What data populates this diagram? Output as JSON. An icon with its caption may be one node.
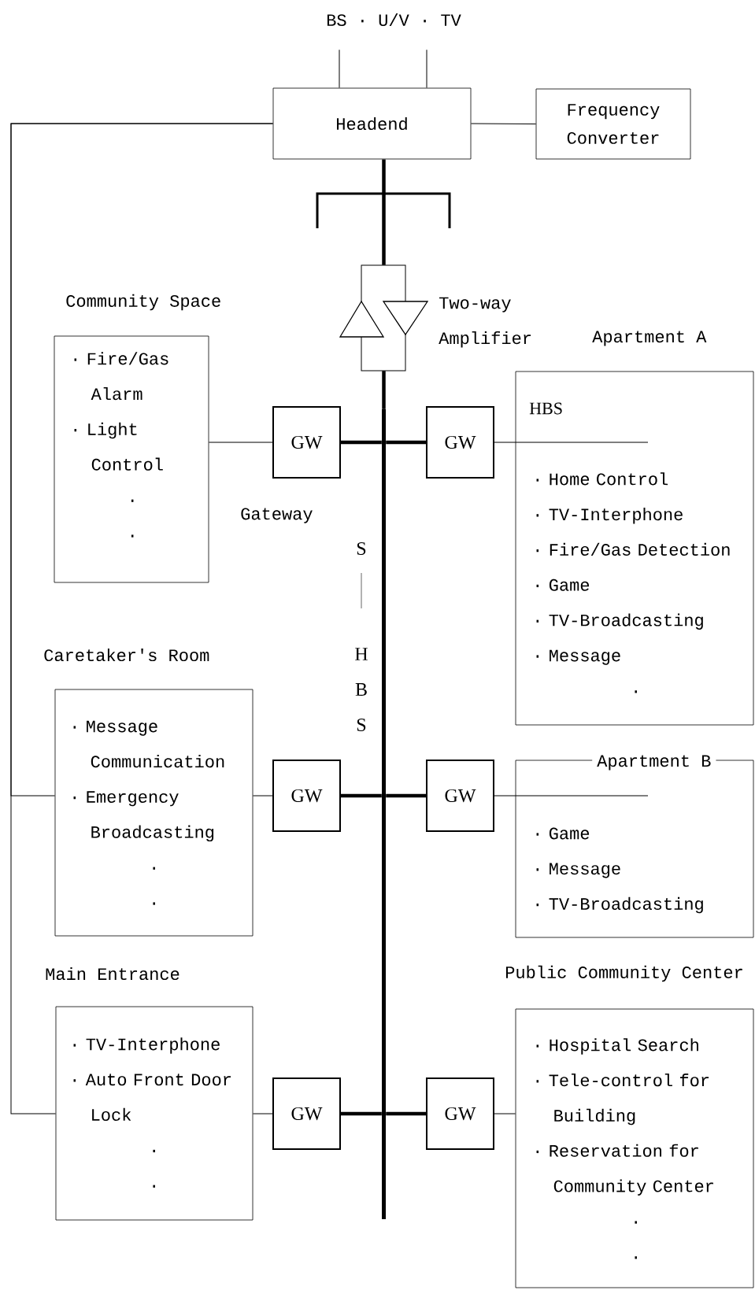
{
  "diagram": {
    "nodes": [
      {
        "text": [
          "BS · U/V · TV"
        ]
      },
      {
        "text": [
          "Headend"
        ]
      },
      {
        "text": [
          "Frequency Converter"
        ]
      },
      {
        "text": [],
        "shape": "triangle",
        "beside": [
          "Two-way Amplifier"
        ]
      },
      {
        "text": [
          "Community Space",
          "· Fire/Gas Alarm",
          "· Light Control",
          "·",
          "·"
        ]
      },
      {
        "text": [
          "GW"
        ],
        "beside": [
          "Gateway"
        ]
      },
      {
        "text": [
          "GW"
        ]
      },
      {
        "text": [
          "Apartment A",
          "HBS",
          "· Home Control",
          "· TV-Interphone",
          "· Fire/Gas Detection",
          "· Game",
          "· TV-Broadcasting",
          "· Message",
          "·"
        ]
      },
      {
        "text": [],
        "shape": "bar",
        "beside": [
          "S",
          "H",
          "B",
          "S"
        ]
      },
      {
        "text": [
          "Caretaker's Room",
          "· Message Communication",
          "· Emergency Broadcasting",
          "·",
          "·"
        ]
      },
      {
        "text": [
          "GW"
        ]
      },
      {
        "text": [
          "GW"
        ]
      },
      {
        "text": [
          "Apartment B",
          "· Game",
          "· Message",
          "· TV-Broadcasting"
        ]
      },
      {
        "text": [
          "Main Entrance",
          "· TV-Interphone",
          "· Auto Front Door Lock",
          "·",
          "·"
        ]
      },
      {
        "text": [
          "GW"
        ]
      },
      {
        "text": [
          "GW"
        ]
      },
      {
        "text": [
          "Public Community Center",
          "· Hospital Search",
          "· Tele-control for Building",
          "· Reservation for Community Center",
          "·",
          "·"
        ]
      }
    ],
    "edges": [
      {
        "from": 0,
        "to": 1,
        "arrow": "none"
      },
      {
        "from": 0,
        "to": 1,
        "arrow": "none"
      },
      {
        "from": 1,
        "to": 2,
        "arrow": "none"
      },
      {
        "from": 1,
        "to": 3,
        "arrow": "none",
        "style": "thick"
      },
      {
        "from": 3,
        "to": 8,
        "arrow": "none",
        "style": "thick"
      },
      {
        "from": 1,
        "to": 9,
        "arrow": "none"
      },
      {
        "from": 1,
        "to": 13,
        "arrow": "none"
      },
      {
        "from": 4,
        "to": 5,
        "arrow": "none"
      },
      {
        "from": 5,
        "to": 8,
        "arrow": "none",
        "style": "thick"
      },
      {
        "from": 8,
        "to": 6,
        "arrow": "none",
        "style": "thick"
      },
      {
        "from": 6,
        "to": 7,
        "arrow": "none"
      },
      {
        "from": 9,
        "to": 10,
        "arrow": "none"
      },
      {
        "from": 10,
        "to": 8,
        "arrow": "none",
        "style": "thick"
      },
      {
        "from": 8,
        "to": 11,
        "arrow": "none",
        "style": "thick"
      },
      {
        "from": 11,
        "to": 12,
        "arrow": "none"
      },
      {
        "from": 13,
        "to": 14,
        "arrow": "none"
      },
      {
        "from": 14,
        "to": 8,
        "arrow": "none",
        "style": "thick"
      },
      {
        "from": 8,
        "to": 15,
        "arrow": "none",
        "style": "thick"
      },
      {
        "from": 15,
        "to": 16,
        "arrow": "none"
      }
    ]
  }
}
